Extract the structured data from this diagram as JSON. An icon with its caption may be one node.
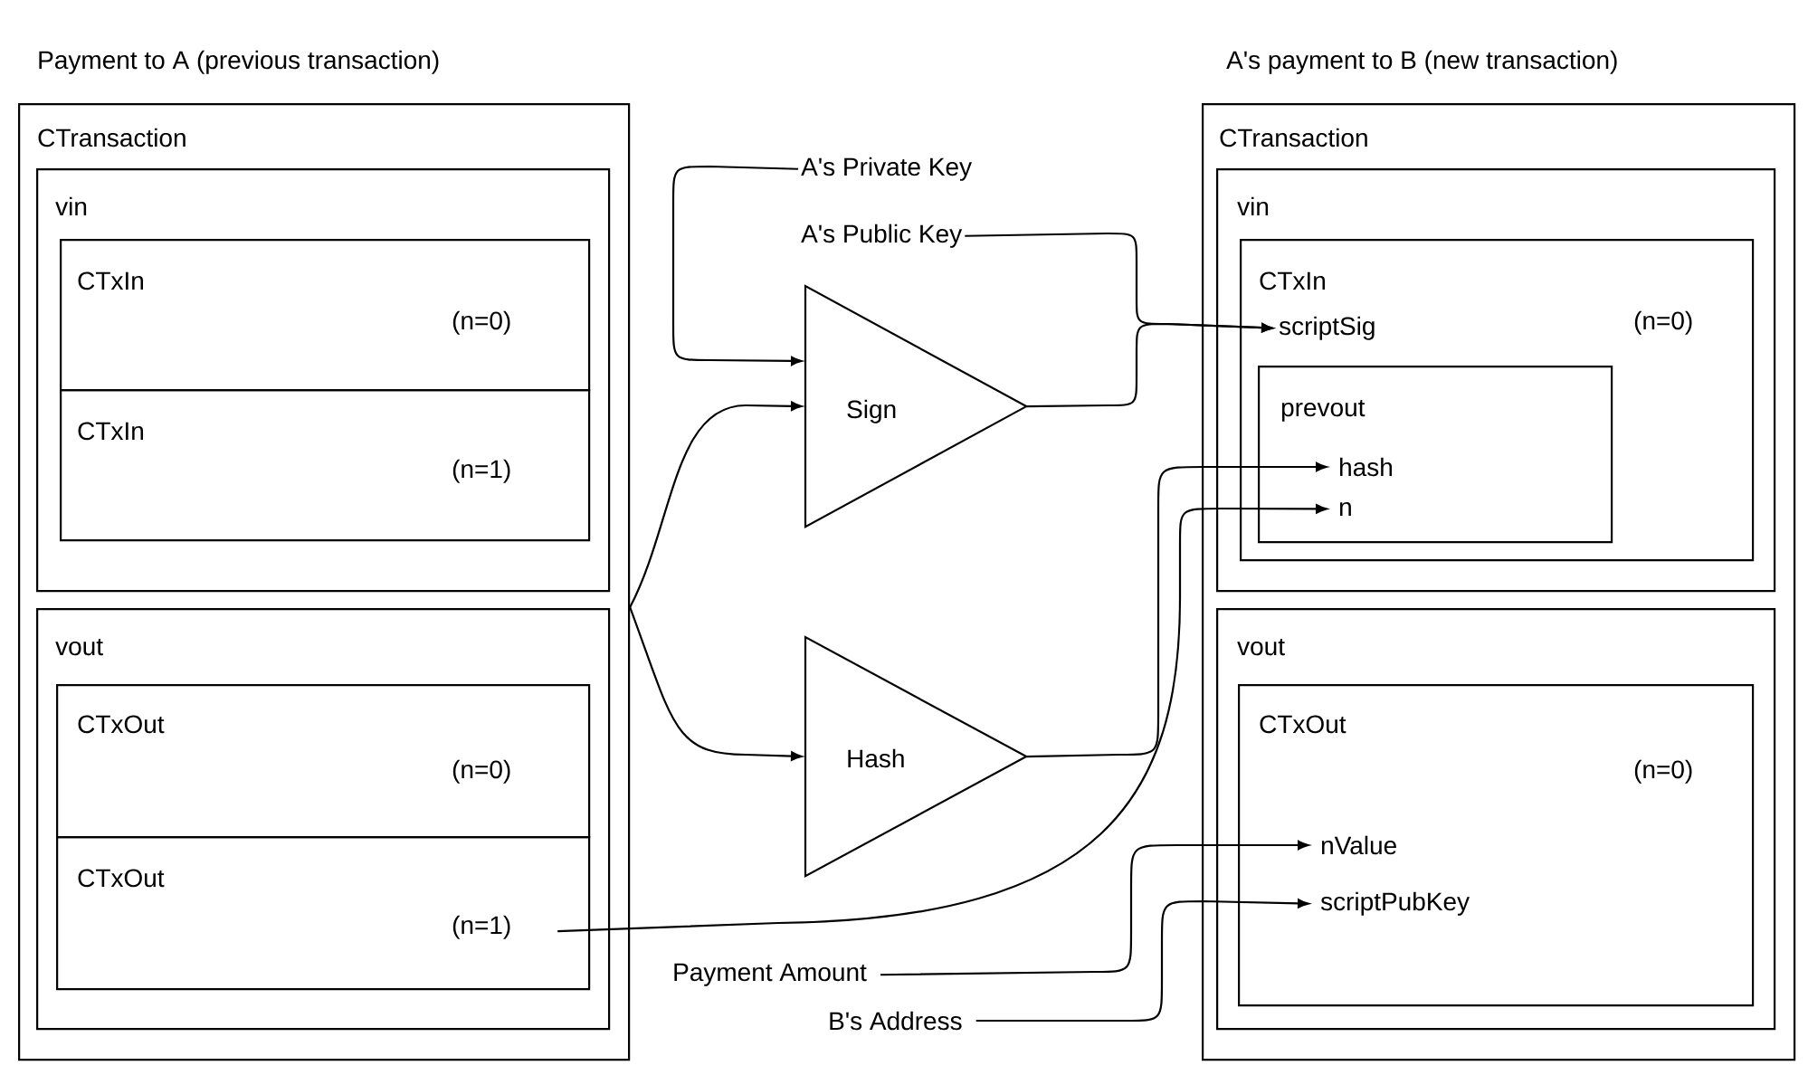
{
  "diagram": {
    "nodes": [
      {
        "text": [
          "Payment to A (previous transaction)",
          "CTransaction"
        ]
      },
      {
        "text": [
          "vin"
        ],
        "in": 0
      },
      {
        "text": [
          "CTxIn",
          "(n=0)"
        ],
        "in": 1
      },
      {
        "text": [
          "CTxIn",
          "(n=1)"
        ],
        "in": 1
      },
      {
        "text": [
          "vout"
        ],
        "in": 0
      },
      {
        "text": [
          "CTxOut",
          "(n=0)"
        ],
        "in": 4
      },
      {
        "text": [
          "CTxOut",
          "(n=1)"
        ],
        "in": 4
      },
      {
        "text": [
          "A's Private Key"
        ]
      },
      {
        "text": [
          "A's Public Key"
        ]
      },
      {
        "text": [
          "Sign"
        ]
      },
      {
        "text": [
          "Hash"
        ]
      },
      {
        "text": [
          "Payment Amount"
        ]
      },
      {
        "text": [
          "B's Address"
        ]
      },
      {
        "text": [
          "A's payment to B (new transaction)",
          "CTransaction"
        ]
      },
      {
        "text": [
          "vin"
        ],
        "in": 13
      },
      {
        "text": [
          "CTxIn",
          "(n=0)"
        ],
        "in": 14
      },
      {
        "text": [
          "scriptSig"
        ],
        "in": 15
      },
      {
        "text": [
          "prevout"
        ],
        "in": 15
      },
      {
        "text": [
          "hash"
        ],
        "in": 17
      },
      {
        "text": [
          "n"
        ],
        "in": 17
      },
      {
        "text": [
          "vout"
        ],
        "in": 13
      },
      {
        "text": [
          "CTxOut",
          "(n=0)"
        ],
        "in": 20
      },
      {
        "text": [
          "nValue"
        ],
        "in": 21
      },
      {
        "text": [
          "scriptPubKey"
        ],
        "in": 21
      }
    ],
    "edges": [
      {
        "from": 7,
        "to": 9,
        "arrow": "to"
      },
      {
        "from": 0,
        "to": 9,
        "arrow": "to"
      },
      {
        "from": 0,
        "to": 10,
        "arrow": "to"
      },
      {
        "from": 8,
        "to": 16,
        "arrow": "to"
      },
      {
        "from": 9,
        "to": 16,
        "arrow": "to"
      },
      {
        "from": 10,
        "to": 18,
        "arrow": "to"
      },
      {
        "from": 6,
        "to": 19,
        "arrow": "to"
      },
      {
        "from": 11,
        "to": 22,
        "arrow": "to"
      },
      {
        "from": 12,
        "to": 23,
        "arrow": "to"
      }
    ]
  }
}
